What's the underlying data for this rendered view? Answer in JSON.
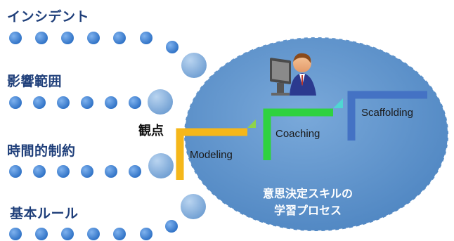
{
  "categories": [
    "インシデント",
    "影響範囲",
    "時間的制約",
    "基本ルール"
  ],
  "viewpoint_label": "観点",
  "steps": [
    "Modeling",
    "Coaching",
    "Scaffolding"
  ],
  "process_label": {
    "line1": "意思決定スキルの",
    "line2": "学習プロセス"
  },
  "colors": {
    "category_text": "#1f3f7a",
    "dot": "#3d7fd0",
    "ellipse": "#5c93cc",
    "modeling_step": "#f5b71a",
    "coaching_step": "#2fd23f",
    "scaffolding_step": "#4472c4"
  },
  "icons": {
    "presenter": "person-at-computer-icon"
  }
}
